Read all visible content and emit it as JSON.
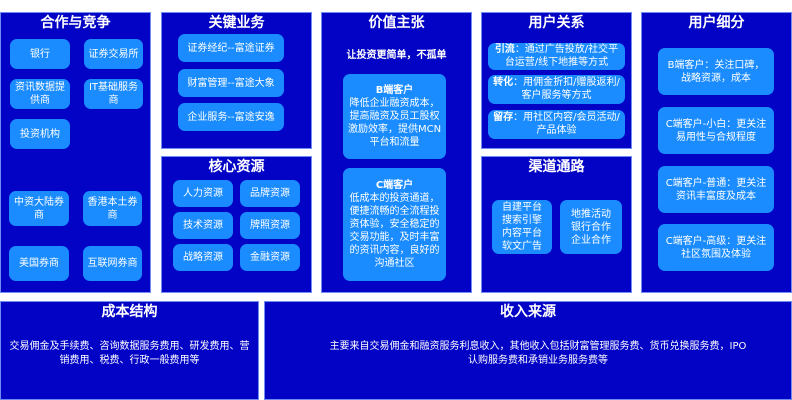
{
  "colors": {
    "panel": "#0303c6",
    "box": "#1a8cff",
    "text": "#ffffff"
  },
  "partners": {
    "title": "合作与竞争",
    "items": [
      "银行",
      "证券交易所",
      "资讯数据提供商",
      "IT基础服务商",
      "投资机构",
      "中资大陆券商",
      "香港本土券商",
      "美国券商",
      "互联网券商"
    ]
  },
  "activities": {
    "title": "关键业务",
    "items": [
      "证券经纪--富途证券",
      "财富管理--富途大象",
      "企业服务--富途安逸"
    ]
  },
  "resources": {
    "title": "核心资源",
    "items": [
      "人力资源",
      "品牌资源",
      "技术资源",
      "牌照资源",
      "战略资源",
      "金融资源"
    ]
  },
  "value": {
    "title": "价值主张",
    "subtitle": "让投资更简单，不孤单",
    "b": {
      "heading": "B端客户",
      "text": "降低企业融资成本，提高融资及员工股权激励效率，提供MCN平台和流量"
    },
    "c": {
      "heading": "C端客户",
      "text": "低成本的投资通道，便捷流畅的全流程投资体验，安全稳定的交易功能，及时丰富的资讯内容，良好的沟通社区"
    }
  },
  "relations": {
    "title": "用户关系",
    "items": [
      {
        "label": "引流",
        "text": "：通过广告投放/社交平台运营/线下地推等方式"
      },
      {
        "label": "转化",
        "text": "：用佣金折扣/赠股返利/客户服务等方式"
      },
      {
        "label": "留存",
        "text": "：用社区内容/会员活动/产品体验"
      }
    ]
  },
  "channels": {
    "title": "渠道通路",
    "items": [
      "自建平台\n搜索引擎\n内容平台\n软文广告",
      "地推活动\n银行合作\n企业合作"
    ]
  },
  "segments": {
    "title": "用户细分",
    "items": [
      "B端客户：关注口碑，战略资源，成本",
      "C端客户-小白：更关注易用性与合规程度",
      "C端客户-普通：更关注资讯丰富度及成本",
      "C端客户-高级：更关注社区氛围及体验"
    ]
  },
  "cost": {
    "title": "成本结构",
    "text": "交易佣金及手续费、咨询数据服务费用、研发费用、营销费用、税费、行政一般费用等"
  },
  "revenue": {
    "title": "收入来源",
    "text": "主要来自交易佣金和融资服务利息收入，其他收入包括财富管理服务费、货币兑换服务费，IPO认购服务费和承销业务服务费等"
  }
}
